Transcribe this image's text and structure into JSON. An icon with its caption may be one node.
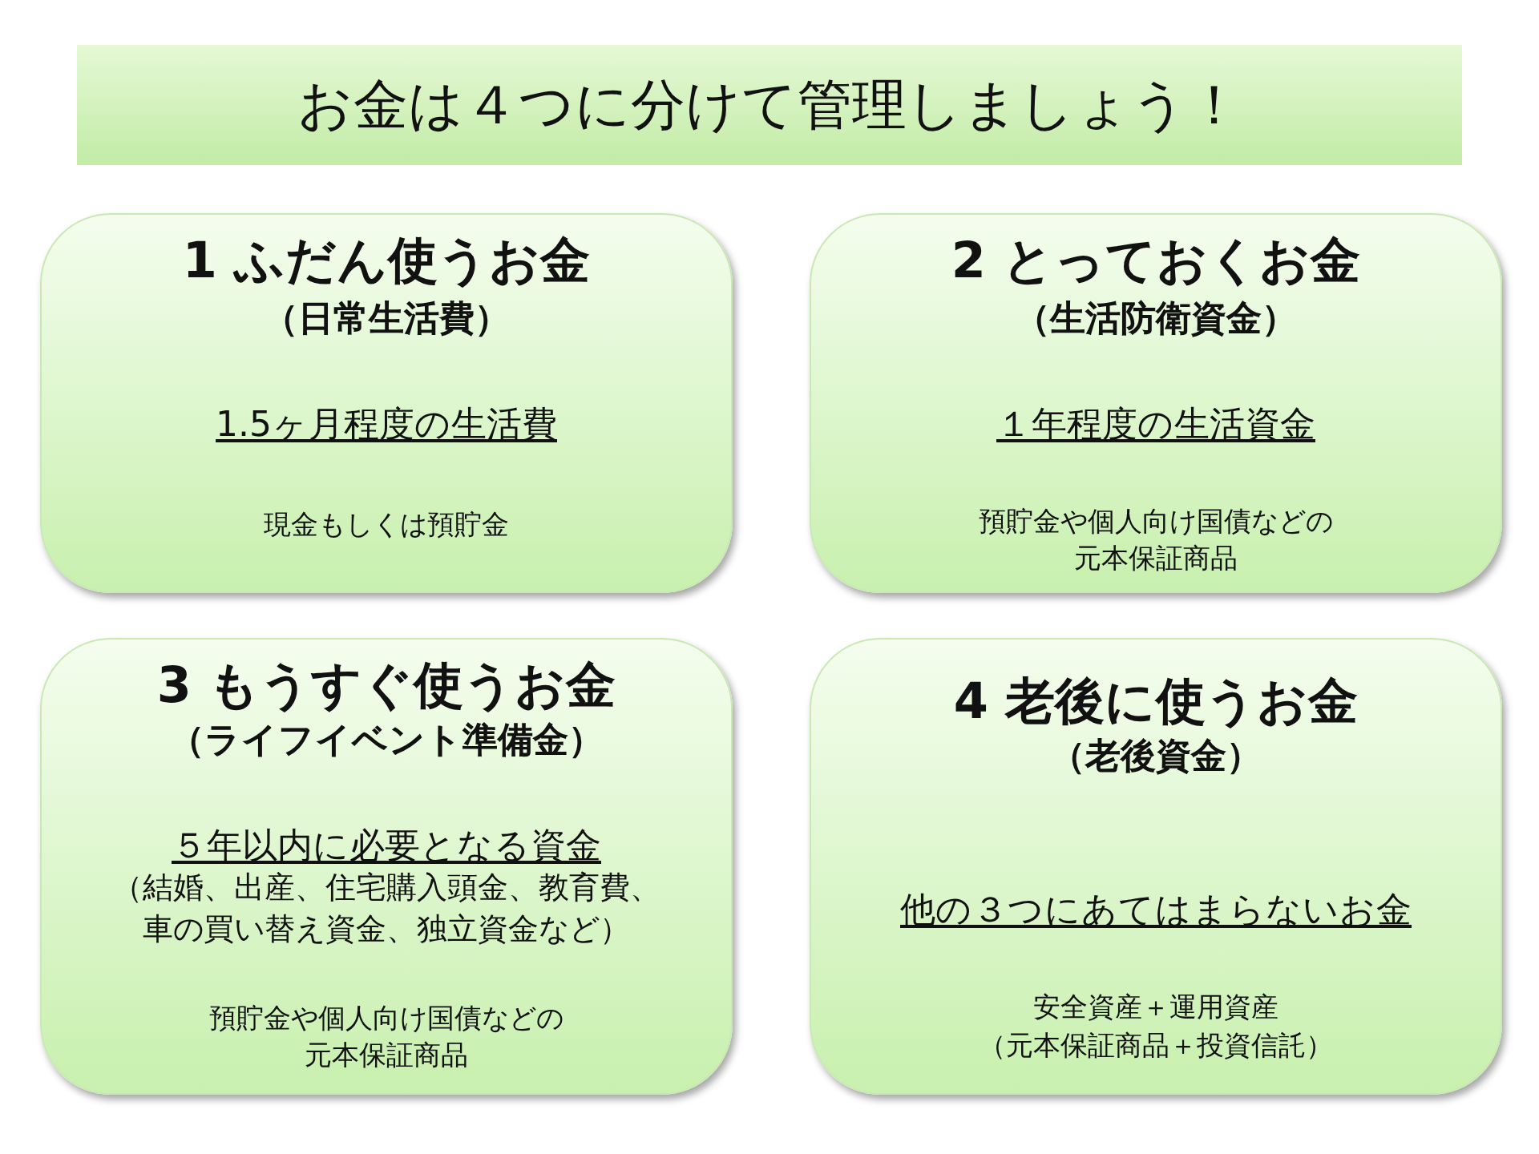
{
  "diagram": {
    "title": "お金は４つに分けて管理しましょう！",
    "nodes": [
      {
        "text": [
          "1 ふだん使うお金",
          "（日常生活費）",
          "1.5ヶ月程度の生活費",
          "現金もしくは預貯金"
        ]
      },
      {
        "text": [
          "2 とっておくお金",
          "（生活防衛資金）",
          "１年程度の生活資金",
          "預貯金や個人向け国債などの元本保証商品"
        ]
      },
      {
        "text": [
          "3 もうすぐ使うお金",
          "（ライフイベント準備金）",
          "５年以内に必要となる資金",
          "（結婚、出産、住宅購入頭金、教育費、車の買い替え資金、独立資金など）",
          "預貯金や個人向け国債などの元本保証商品"
        ]
      },
      {
        "text": [
          "4 老後に使うお金",
          "（老後資金）",
          "他の３つにあてはまらないお金",
          "安全資産＋運用資産",
          "（元本保証商品＋投資信託）"
        ]
      }
    ]
  }
}
